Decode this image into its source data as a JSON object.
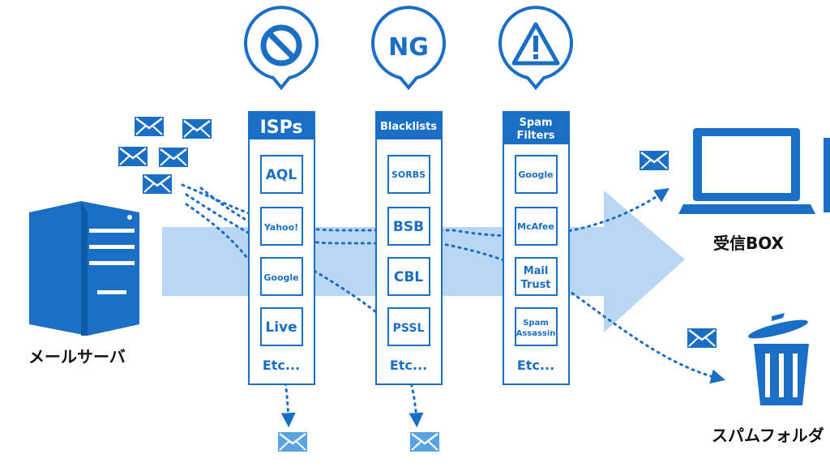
{
  "colors": {
    "primary": "#1a6fc4",
    "arrow": "#b9d7f2",
    "text": "#111111",
    "white": "#ffffff"
  },
  "labels": {
    "mail_server": "メールサーバ",
    "inbox": "受信BOX",
    "spam_folder": "スパムフォルダ"
  },
  "badges": {
    "block_icon": "prohibited-icon",
    "ng_text": "NG",
    "warning_icon": "warning-icon"
  },
  "columns": [
    {
      "title_line1": "ISPs",
      "title_line2": "",
      "items": [
        "AQL",
        "Yahoo!",
        "Google",
        "Live"
      ],
      "etc": "Etc..."
    },
    {
      "title_line1": "Blacklists",
      "title_line2": "",
      "items": [
        "SORBS",
        "BSB",
        "CBL",
        "PSSL"
      ],
      "etc": "Etc..."
    },
    {
      "title_line1": "Spam",
      "title_line2": "Filters",
      "items": [
        "Google",
        "McAfee",
        "Mail|Trust",
        "Spam|Assassin"
      ],
      "etc": "Etc..."
    }
  ],
  "icons": {
    "envelope": "envelope-icon",
    "server": "server-icon",
    "laptop": "laptop-icon",
    "trash": "trash-icon"
  }
}
